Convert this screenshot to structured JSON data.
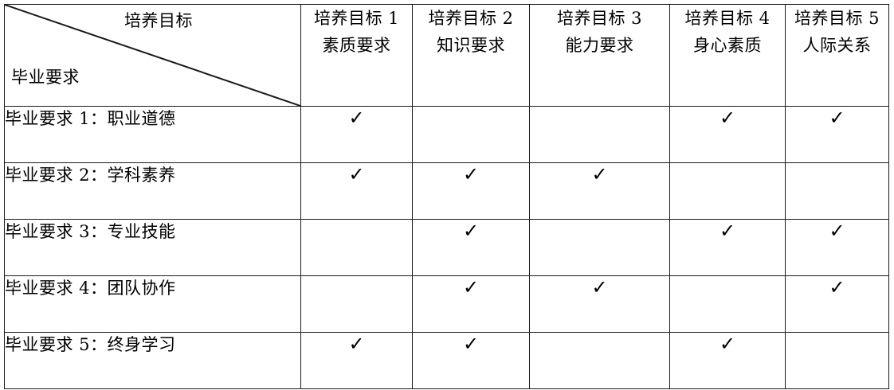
{
  "table": {
    "corner": {
      "column_axis_title": "培养目标",
      "row_axis_title": "毕业要求"
    },
    "column_headers": [
      {
        "line1": "培养目标 1",
        "line2": "素质要求"
      },
      {
        "line1": "培养目标 2",
        "line2": "知识要求"
      },
      {
        "line1": "培养目标 3",
        "line2": "能力要求"
      },
      {
        "line1": "培养目标 4",
        "line2": "身心素质"
      },
      {
        "line1": "培养目标 5",
        "line2": "人际关系"
      }
    ],
    "row_headers": [
      "毕业要求 1：职业道德",
      "毕业要求 2：学科素养",
      "毕业要求 3：专业技能",
      "毕业要求 4：团队协作",
      "毕业要求 5：终身学习"
    ],
    "check_glyph": "✓",
    "matrix": [
      [
        "✓",
        "",
        "",
        "✓",
        "✓"
      ],
      [
        "✓",
        "✓",
        "✓",
        "",
        ""
      ],
      [
        "",
        "✓",
        "",
        "✓",
        "✓"
      ],
      [
        "",
        "✓",
        "✓",
        "",
        "✓"
      ],
      [
        "✓",
        "✓",
        "",
        "✓",
        ""
      ]
    ],
    "colors": {
      "border": "#1a1a1a",
      "text": "#000000",
      "background": "#ffffff"
    }
  }
}
